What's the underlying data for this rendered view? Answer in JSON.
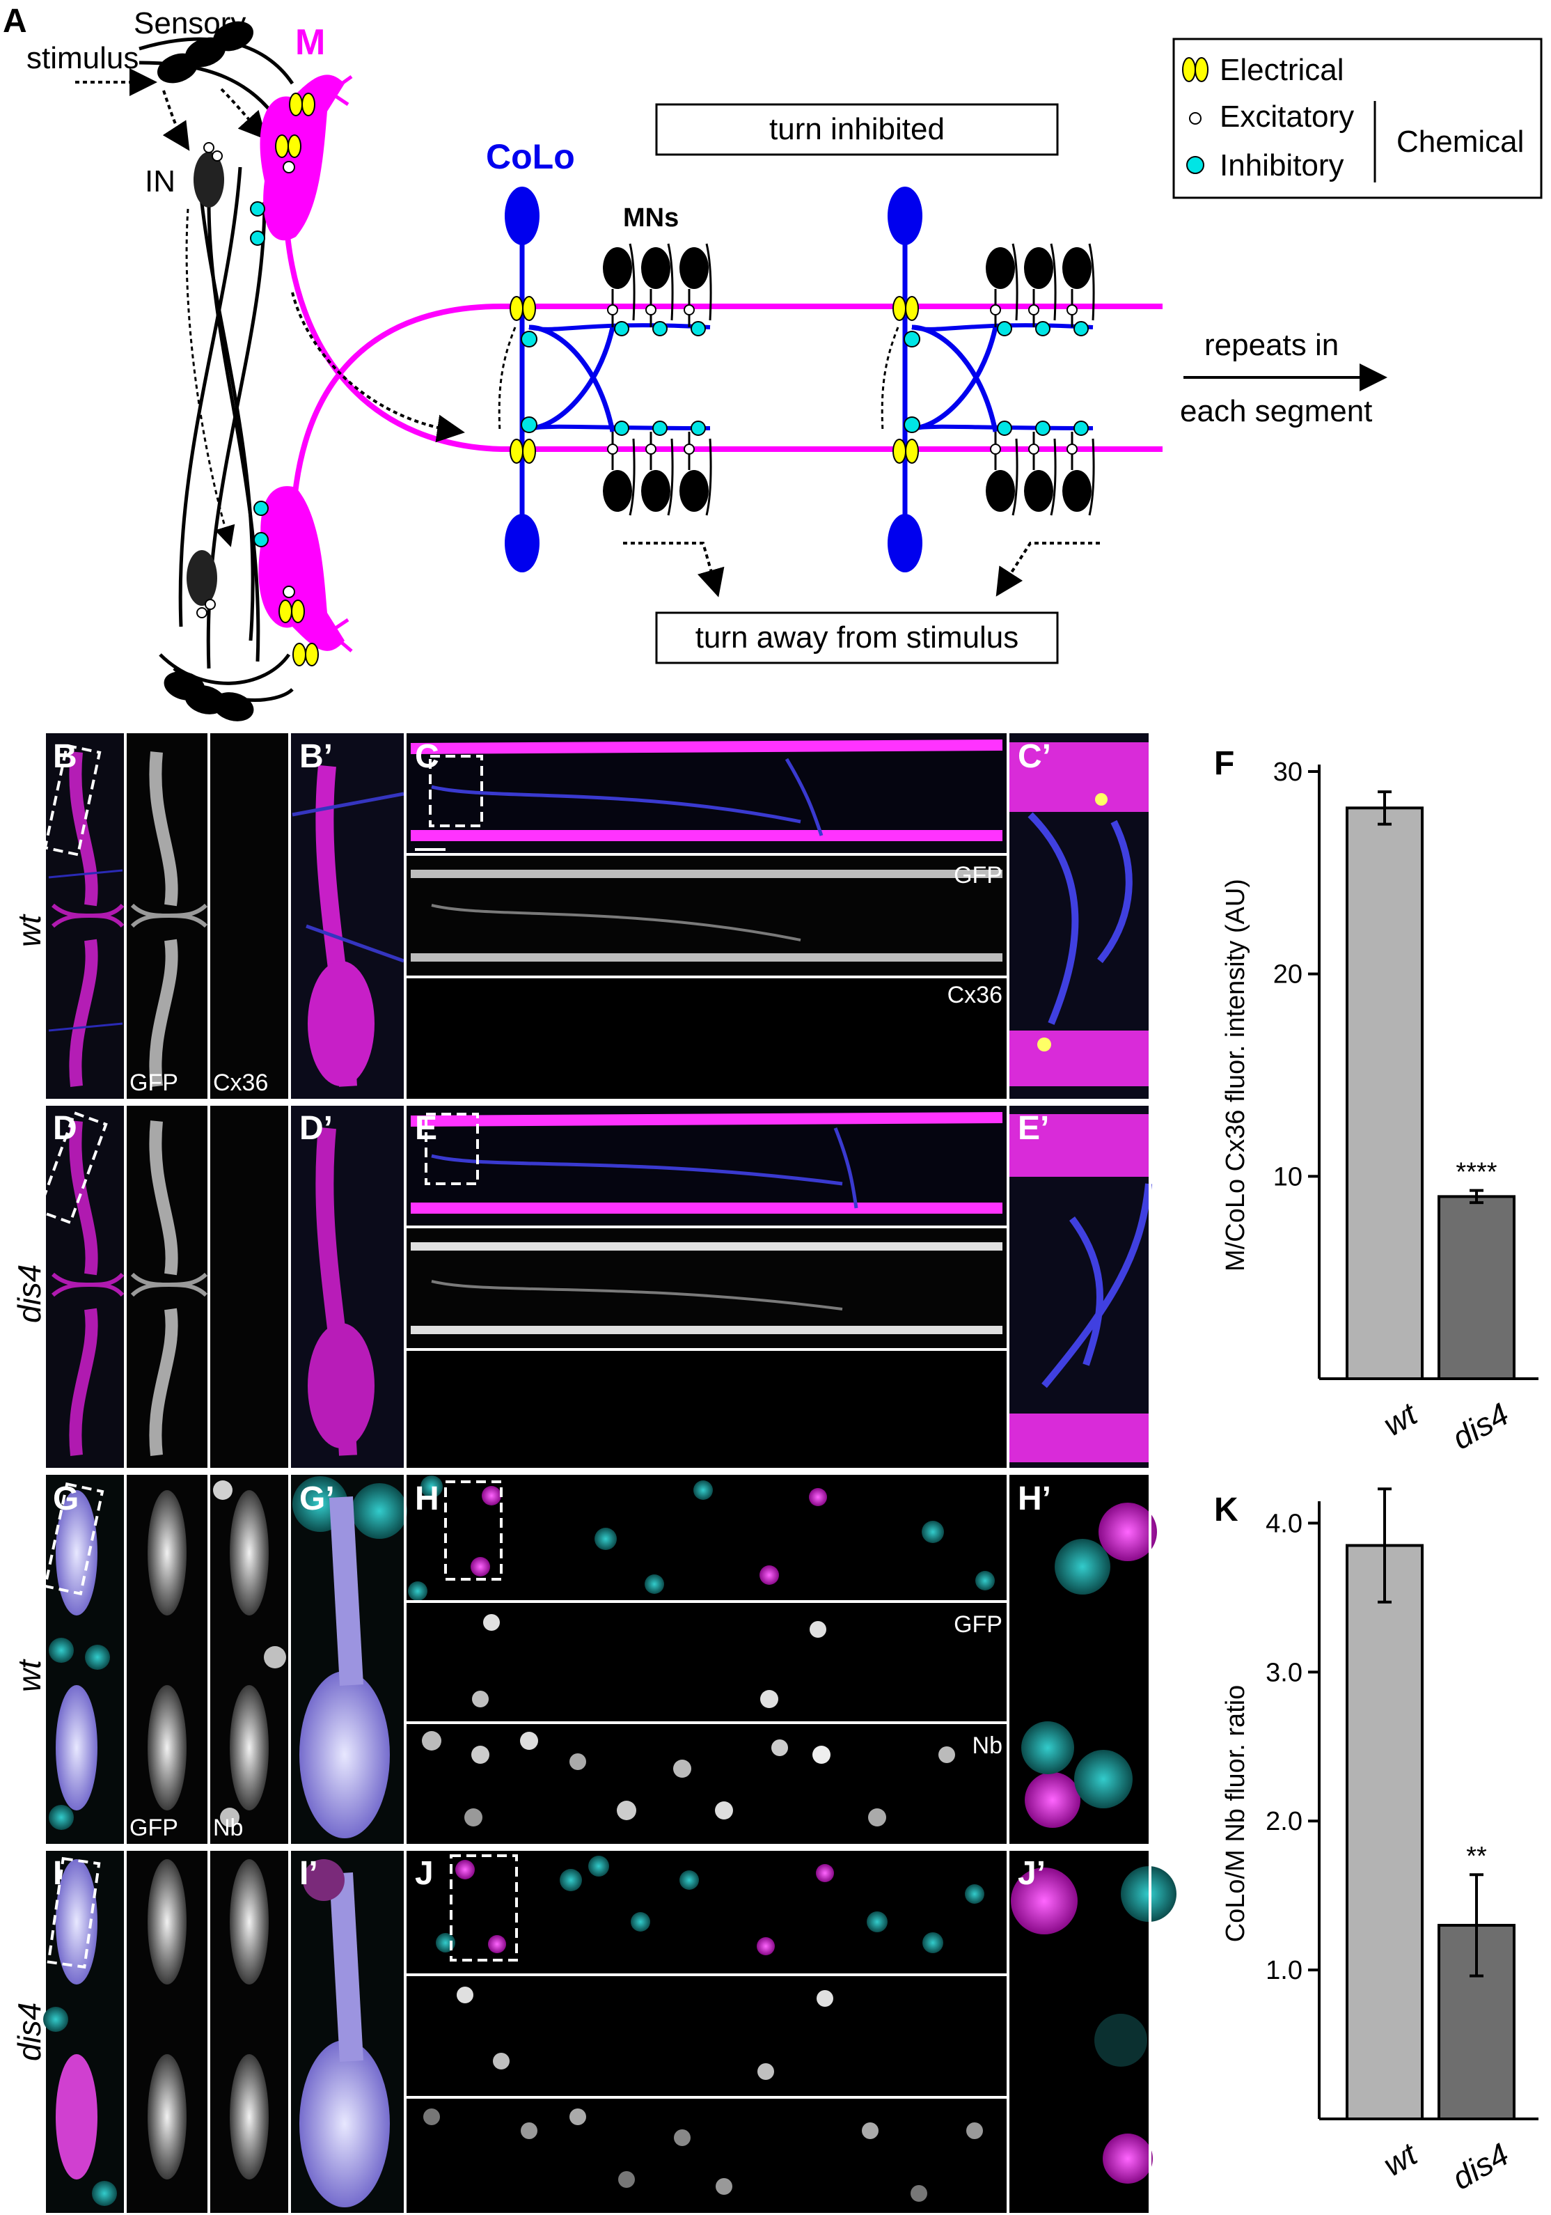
{
  "panel_labels": {
    "A": "A",
    "B": "B",
    "Bp": "B’",
    "C": "C",
    "Cp": "C’",
    "D": "D",
    "Dp": "D’",
    "E": "E",
    "Ep": "E’",
    "F": "F",
    "G": "G",
    "Gp": "G’",
    "H": "H",
    "Hp": "H’",
    "I": "I",
    "Ip": "I’",
    "J": "J",
    "Jp": "J’",
    "K": "K"
  },
  "schematic": {
    "sensory": "Sensory",
    "stimulus": "stimulus",
    "m": "M",
    "in": "IN",
    "colo": "CoLo",
    "mns": "MNs",
    "turn_inhibited": "turn inhibited",
    "turn_away": "turn away from stimulus",
    "repeats_line1": "repeats in",
    "repeats_line2": "each segment",
    "colors": {
      "m": "#ff00ff",
      "colo": "#0000ee",
      "electrical": "#ffff00",
      "inhibitory": "#00e5e5",
      "neuron": "#000000"
    }
  },
  "legend": {
    "electrical": "Electrical",
    "excitatory": "Excitatory",
    "inhibitory": "Inhibitory",
    "chemical": "Chemical"
  },
  "genotypes": {
    "wt": "wt",
    "dis4": "dis4"
  },
  "channels": {
    "gfp": "GFP",
    "cx36": "Cx36",
    "nb": "Nb"
  },
  "chart_data": [
    {
      "type": "bar",
      "panel": "F",
      "categories": [
        "wt",
        "dis4"
      ],
      "values": [
        28.2,
        9.0
      ],
      "errors": [
        0.8,
        0.3
      ],
      "ylabel": "M/CoLo Cx36 fluor. intensity (AU)",
      "yticks": [
        10,
        20,
        30
      ],
      "ylim": [
        0,
        30
      ],
      "significance": [
        "",
        "****"
      ],
      "colors": [
        "#b3b3b3",
        "#6e6e6e"
      ]
    },
    {
      "type": "bar",
      "panel": "K",
      "categories": [
        "wt",
        "dis4"
      ],
      "values": [
        3.85,
        1.3
      ],
      "errors": [
        0.38,
        0.34
      ],
      "ylabel": "CoLo/M Nb fluor. ratio",
      "yticks": [
        1.0,
        2.0,
        3.0,
        4.0
      ],
      "ylim": [
        0,
        4.1
      ],
      "significance": [
        "",
        "**"
      ],
      "colors": [
        "#b3b3b3",
        "#6e6e6e"
      ]
    }
  ]
}
